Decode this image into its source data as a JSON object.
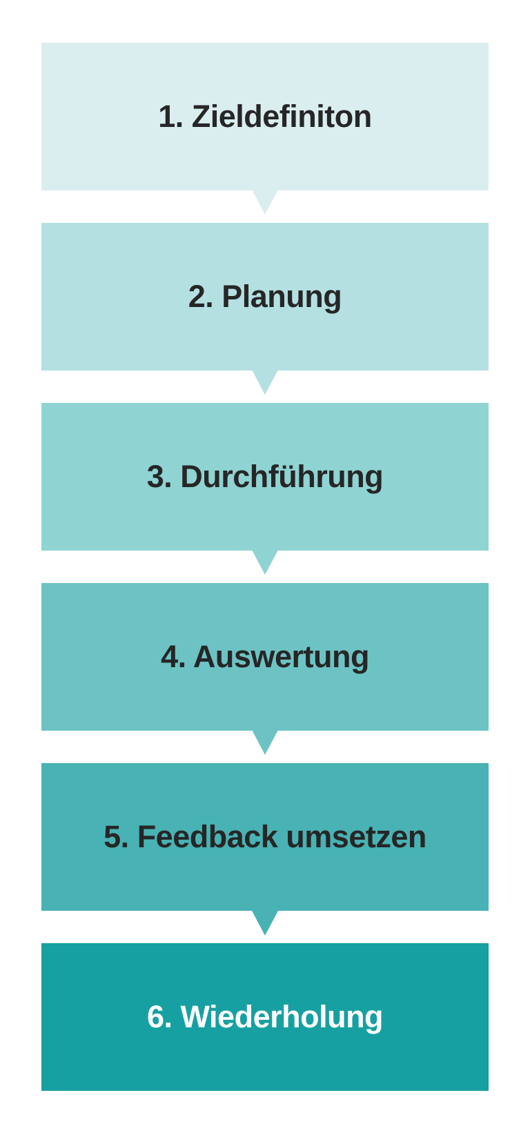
{
  "diagram": {
    "type": "vertical-process-flow",
    "steps": [
      {
        "number": 1,
        "label": "1. Zieldefiniton",
        "color": "#daeef0",
        "text_color": "#262626"
      },
      {
        "number": 2,
        "label": "2. Planung",
        "color": "#b4e0e2",
        "text_color": "#262626"
      },
      {
        "number": 3,
        "label": "3. Durchführung",
        "color": "#8fd3d3",
        "text_color": "#262626"
      },
      {
        "number": 4,
        "label": "4. Auswertung",
        "color": "#6dc3c4",
        "text_color": "#262626"
      },
      {
        "number": 5,
        "label": "5. Feedback umsetzen",
        "color": "#48b2b4",
        "text_color": "#262626"
      },
      {
        "number": 6,
        "label": "6. Wiederholung",
        "color": "#17a0a1",
        "text_color": "#ffffff"
      }
    ],
    "connectors": [
      {
        "from": 1,
        "to": 2,
        "shape": "down-triangle"
      },
      {
        "from": 2,
        "to": 3,
        "shape": "down-triangle"
      },
      {
        "from": 3,
        "to": 4,
        "shape": "down-triangle"
      },
      {
        "from": 4,
        "to": 5,
        "shape": "down-triangle"
      },
      {
        "from": 5,
        "to": 6,
        "shape": "down-triangle"
      }
    ]
  }
}
